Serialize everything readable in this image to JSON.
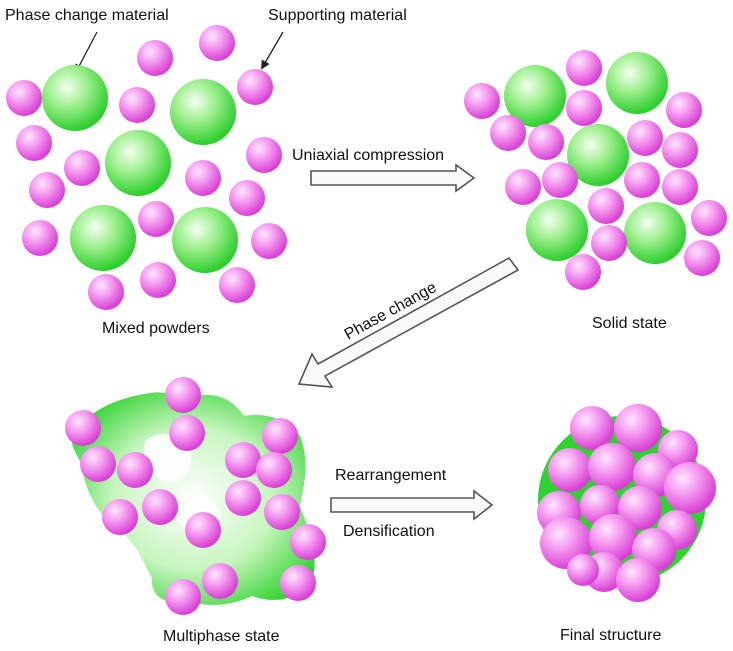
{
  "labels": {
    "phase_change_material": "Phase change material",
    "supporting_material": "Supporting material",
    "uniaxial_compression": "Uniaxial compression",
    "phase_change": "Phase change",
    "rearrangement": "Rearrangement",
    "densification": "Densification",
    "mixed_powders": "Mixed powders",
    "solid_state": "Solid state",
    "multiphase_state": "Multiphase state",
    "final_structure": "Final structure"
  },
  "colors": {
    "pcm_green": "#33d633",
    "pcm_green_light": "#f2fff0",
    "support_pink": "#e24fe0",
    "support_pink_light": "#ffe4ff",
    "arrow_stroke": "#555555"
  }
}
